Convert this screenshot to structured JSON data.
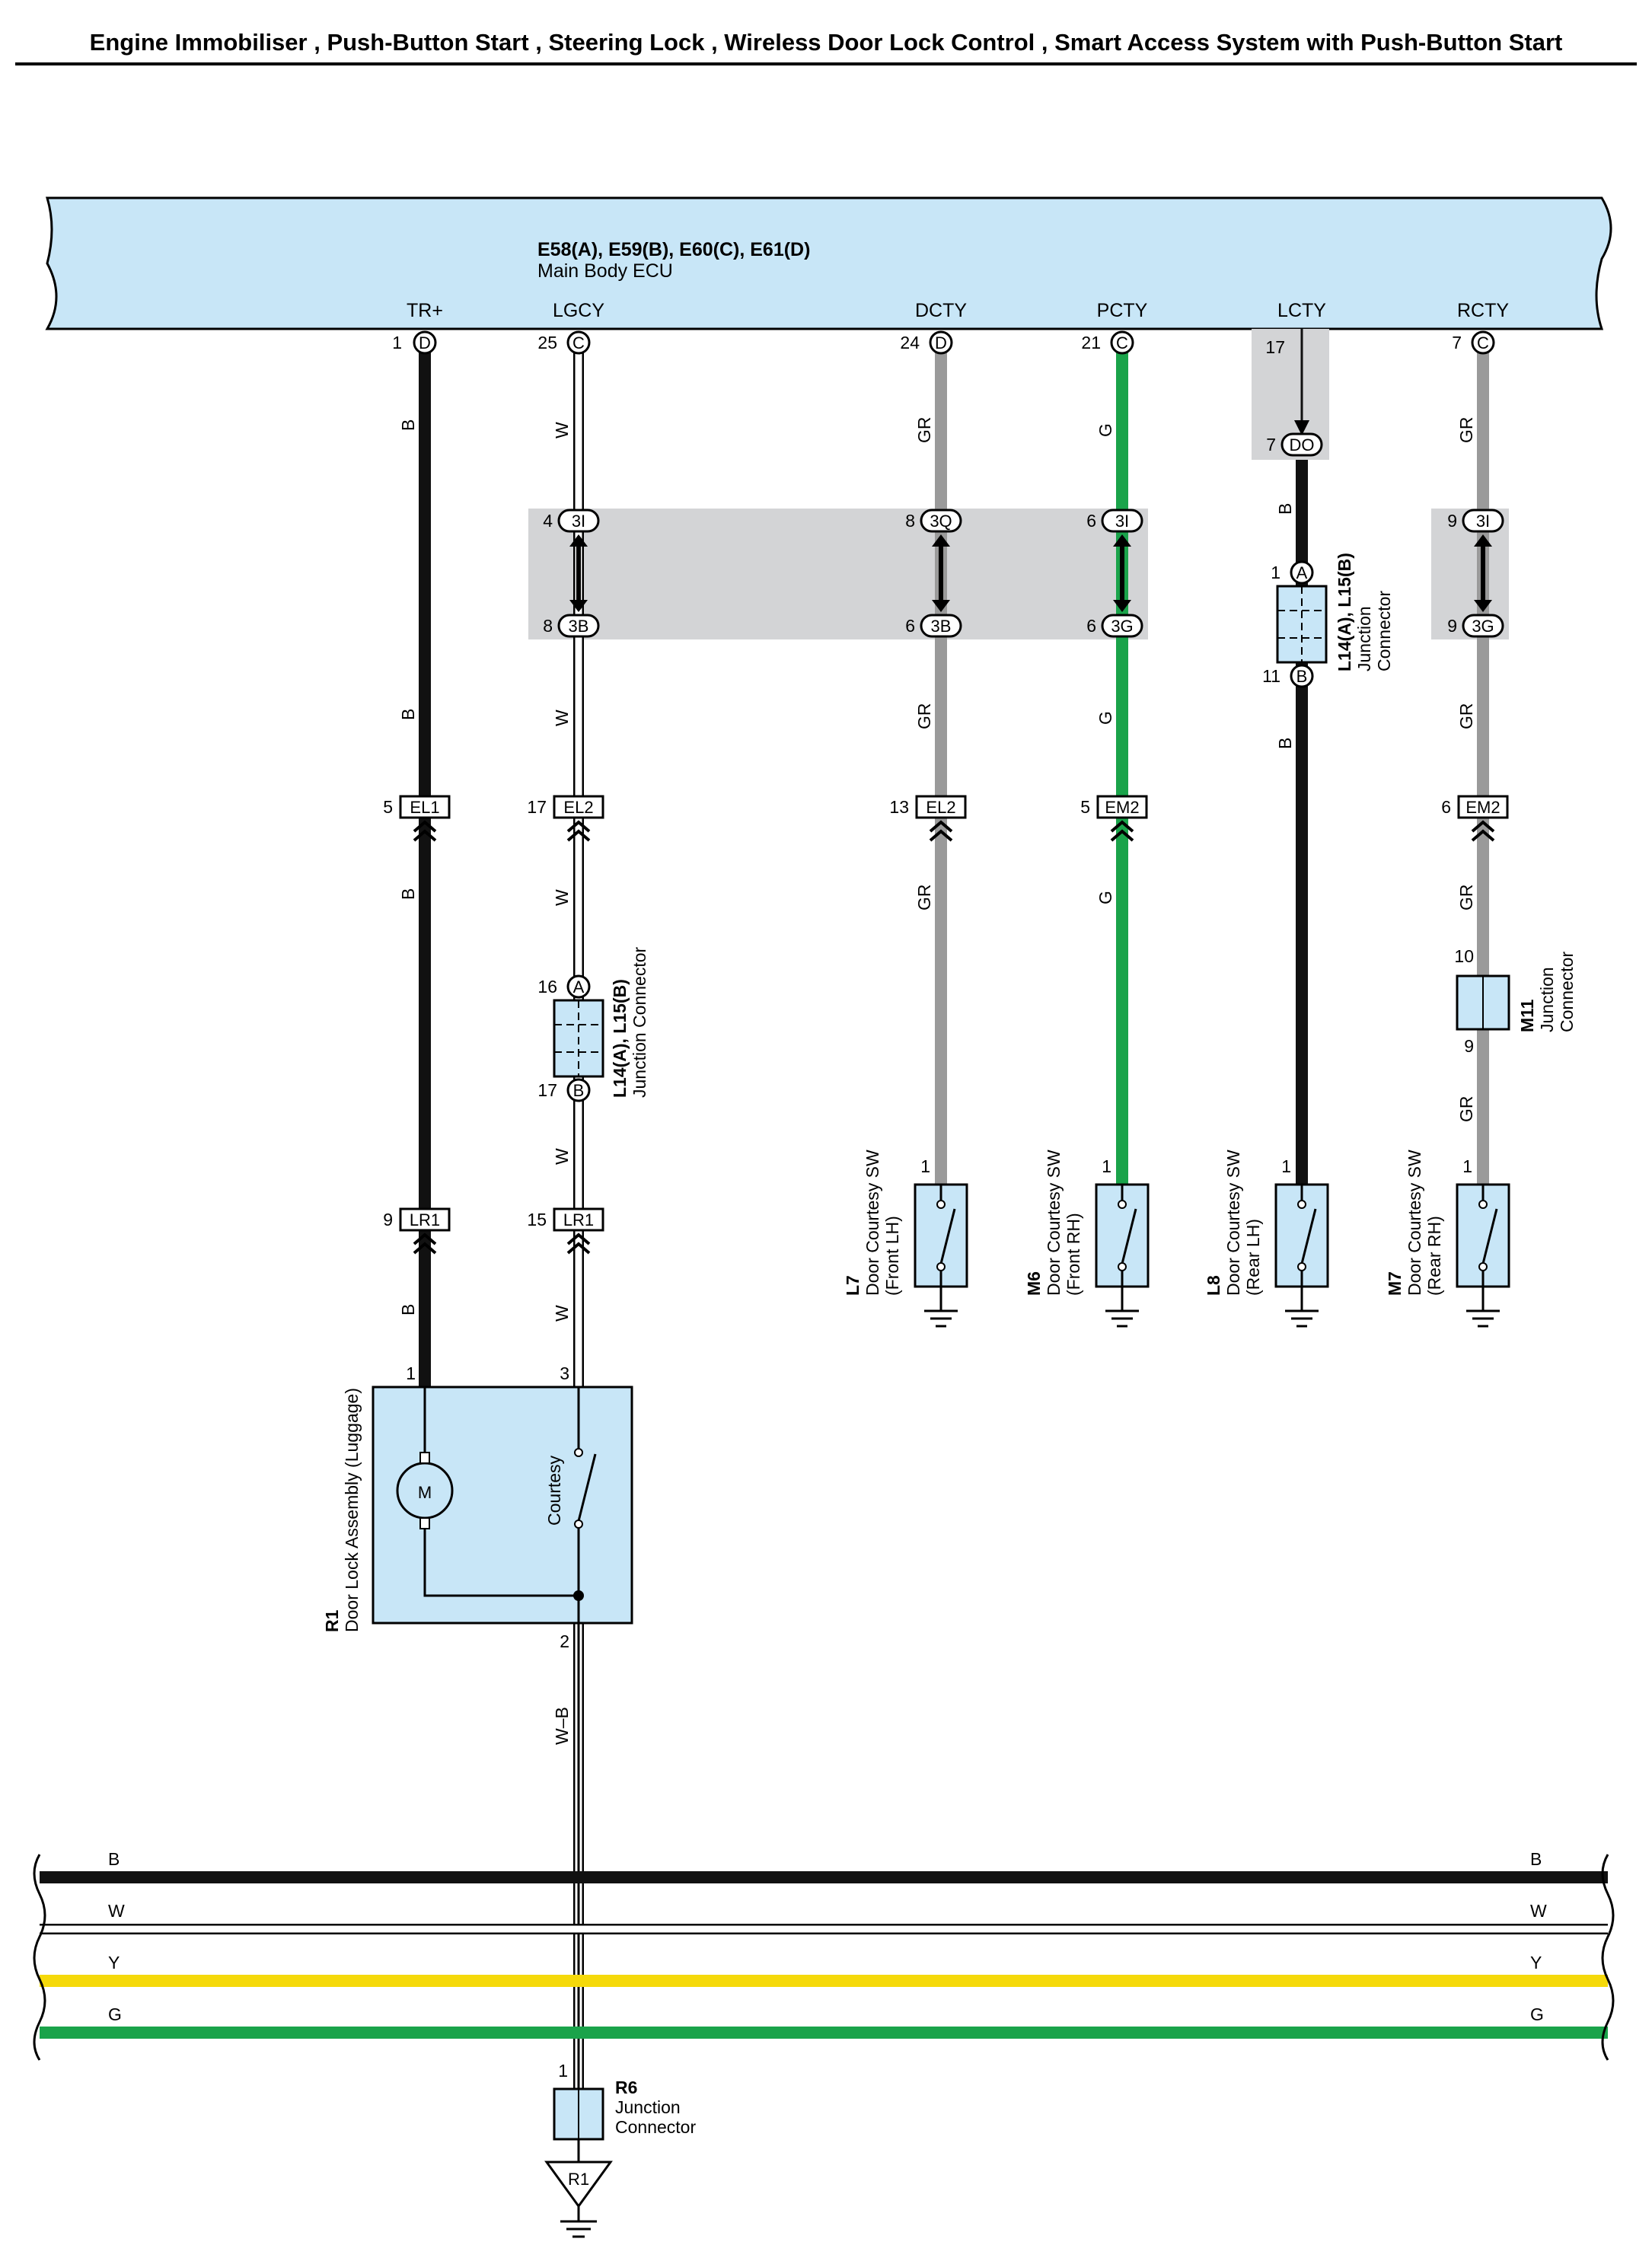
{
  "title": "Engine Immobiliser , Push-Button Start , Steering Lock , Wireless Door Lock Control , Smart Access System with Push-Button Start",
  "colors": {
    "ecu_fill": "#c8e6f7",
    "connector_fill": "#c8e6f7",
    "shade": "#d3d4d6",
    "wire_B": "#111111",
    "wire_GR": "#9a9a9a",
    "wire_G": "#1aa34a",
    "wire_Y": "#f5d90a",
    "wire_W": "#ffffff"
  },
  "ecu": {
    "code": "E58(A), E59(B), E60(C), E61(D)",
    "name": "Main Body ECU",
    "terminals": [
      {
        "signal": "TR+",
        "pin": "1",
        "letter": "D"
      },
      {
        "signal": "LGCY",
        "pin": "25",
        "letter": "C"
      },
      {
        "signal": "DCTY",
        "pin": "24",
        "letter": "D"
      },
      {
        "signal": "PCTY",
        "pin": "21",
        "letter": "C"
      },
      {
        "signal": "LCTY",
        "pin": "17",
        "letter": ""
      },
      {
        "signal": "RCTY",
        "pin": "7",
        "letter": "C"
      }
    ]
  },
  "wire_colors": {
    "TR+": "B",
    "LGCY": "W",
    "DCTY": "GR",
    "PCTY": "G",
    "LCTY": "B",
    "RCTY": "GR",
    "ground": "W–B"
  },
  "connectors": {
    "LCTY_DO": {
      "pin": "7",
      "label": "DO"
    },
    "LGCY_3I": {
      "pin": "4",
      "label": "3I"
    },
    "LGCY_3B": {
      "pin": "8",
      "label": "3B"
    },
    "DCTY_3Q": {
      "pin": "8",
      "label": "3Q"
    },
    "DCTY_3B": {
      "pin": "6",
      "label": "3B"
    },
    "PCTY_3I": {
      "pin": "6",
      "label": "3I"
    },
    "PCTY_3G": {
      "pin": "6",
      "label": "3G"
    },
    "RCTY_3I": {
      "pin": "9",
      "label": "3I"
    },
    "RCTY_3G": {
      "pin": "9",
      "label": "3G"
    },
    "TR_EL1": {
      "pin": "5",
      "label": "EL1"
    },
    "LGCY_EL2": {
      "pin": "17",
      "label": "EL2"
    },
    "DCTY_EL2": {
      "pin": "13",
      "label": "EL2"
    },
    "PCTY_EM2": {
      "pin": "5",
      "label": "EM2"
    },
    "RCTY_EM2": {
      "pin": "6",
      "label": "EM2"
    },
    "TR_LR1": {
      "pin": "9",
      "label": "LR1"
    },
    "LGCY_LR1": {
      "pin": "15",
      "label": "LR1"
    }
  },
  "junctions": {
    "lgcy": {
      "code": "L14(A), L15(B)",
      "name": "Junction Connector",
      "pin_a": "16",
      "letter_a": "A",
      "pin_b": "17",
      "letter_b": "B"
    },
    "lcty": {
      "code": "L14(A), L15(B)",
      "name_1": "Junction",
      "name_2": "Connector",
      "pin_a": "1",
      "letter_a": "A",
      "pin_b": "11",
      "letter_b": "B"
    },
    "m11": {
      "code": "M11",
      "name_1": "Junction",
      "name_2": "Connector",
      "pin_top": "10",
      "pin_bottom": "9"
    },
    "r6": {
      "code": "R6",
      "name_1": "Junction",
      "name_2": "Connector",
      "pin": "1",
      "ground_label": "R1"
    }
  },
  "switches": [
    {
      "code": "L7",
      "name": "Door Courtesy SW",
      "position": "(Front LH)",
      "pin": "1"
    },
    {
      "code": "M6",
      "name": "Door Courtesy SW",
      "position": "(Front RH)",
      "pin": "1"
    },
    {
      "code": "L8",
      "name": "Door Courtesy SW",
      "position": "(Rear LH)",
      "pin": "1"
    },
    {
      "code": "M7",
      "name": "Door Courtesy SW",
      "position": "(Rear RH)",
      "pin": "1"
    }
  ],
  "door_lock": {
    "code": "R1",
    "name": "Door Lock Assembly (Luggage)",
    "motor": "M",
    "switch_label": "Courtesy",
    "pin_1": "1",
    "pin_3": "3",
    "pin_2": "2"
  },
  "bus": [
    {
      "label": "B",
      "color": "#111111"
    },
    {
      "label": "W",
      "color": "#ffffff"
    },
    {
      "label": "Y",
      "color": "#f5d90a"
    },
    {
      "label": "G",
      "color": "#1aa34a"
    }
  ]
}
